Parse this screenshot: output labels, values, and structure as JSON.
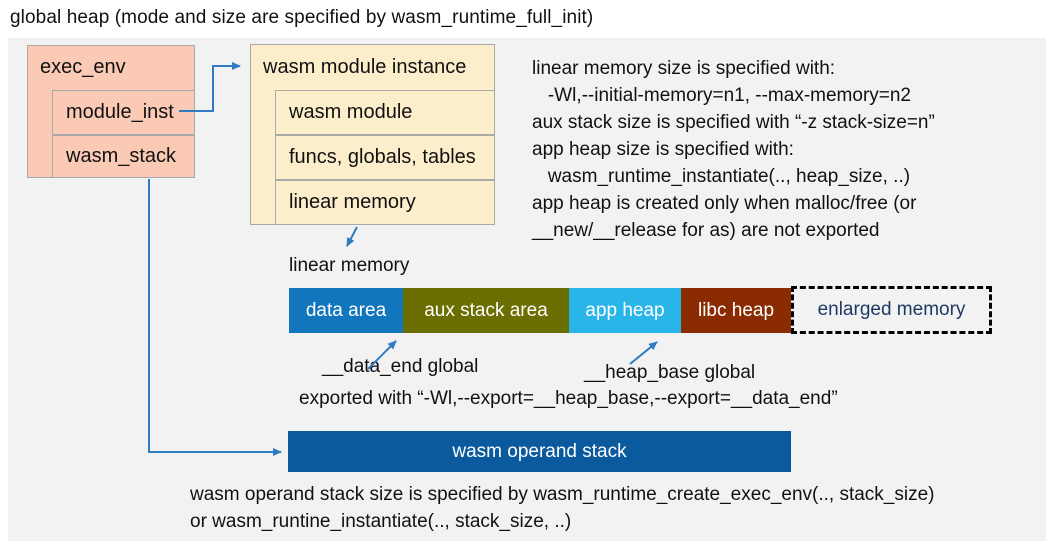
{
  "title": "global heap (mode and size are specified by wasm_runtime_full_init)",
  "exec_env_box": {
    "header": "exec_env",
    "rows": [
      {
        "label": "module_inst"
      },
      {
        "label": "wasm_stack"
      }
    ]
  },
  "module_instance_box": {
    "header": "wasm module instance",
    "rows": [
      {
        "label": "wasm module"
      },
      {
        "label": "funcs, globals, tables"
      },
      {
        "label": "linear memory"
      }
    ]
  },
  "notes_right": {
    "lines": [
      "linear memory size is specified with:",
      "   -Wl,--initial-memory=n1, --max-memory=n2",
      "aux stack size is specified with “-z stack-size=n”",
      "app heap size is specified with:",
      "   wasm_runtime_instantiate(.., heap_size, ..)",
      "app heap is created only when malloc/free (or",
      "__new/__release for as) are not exported"
    ]
  },
  "linear_memory": {
    "label": "linear memory",
    "segments": [
      {
        "label": "data area",
        "color": "#1276bd"
      },
      {
        "label": "aux stack area",
        "color": "#6b6e00"
      },
      {
        "label": "app heap",
        "color": "#29b5e8"
      },
      {
        "label": "libc heap",
        "color": "#8a2b02"
      },
      {
        "label": "enlarged memory",
        "color": "#f2f2f2",
        "text_color": "#1f3864",
        "border": "dashed"
      }
    ]
  },
  "annotations": {
    "data_end": "__data_end global",
    "heap_base": "__heap_base global",
    "exported": "exported with “-Wl,--export=__heap_base,--export=__data_end”"
  },
  "operand_stack": {
    "label": "wasm operand stack",
    "notes": [
      "wasm operand stack size is specified by wasm_runtime_create_exec_env(.., stack_size)",
      "or wasm_runtine_instantiate(.., stack_size, ..)"
    ]
  },
  "colors": {
    "canvas_bg": "#f2f2f2",
    "exec_env_fill": "#fbcab5",
    "module_instance_fill": "#fdeecb",
    "box_border": "#a8a8a8",
    "arrow": "#2f7cc0",
    "operand_stack_fill": "#0b5a9d",
    "enlarged_memory_text": "#1f3864"
  }
}
